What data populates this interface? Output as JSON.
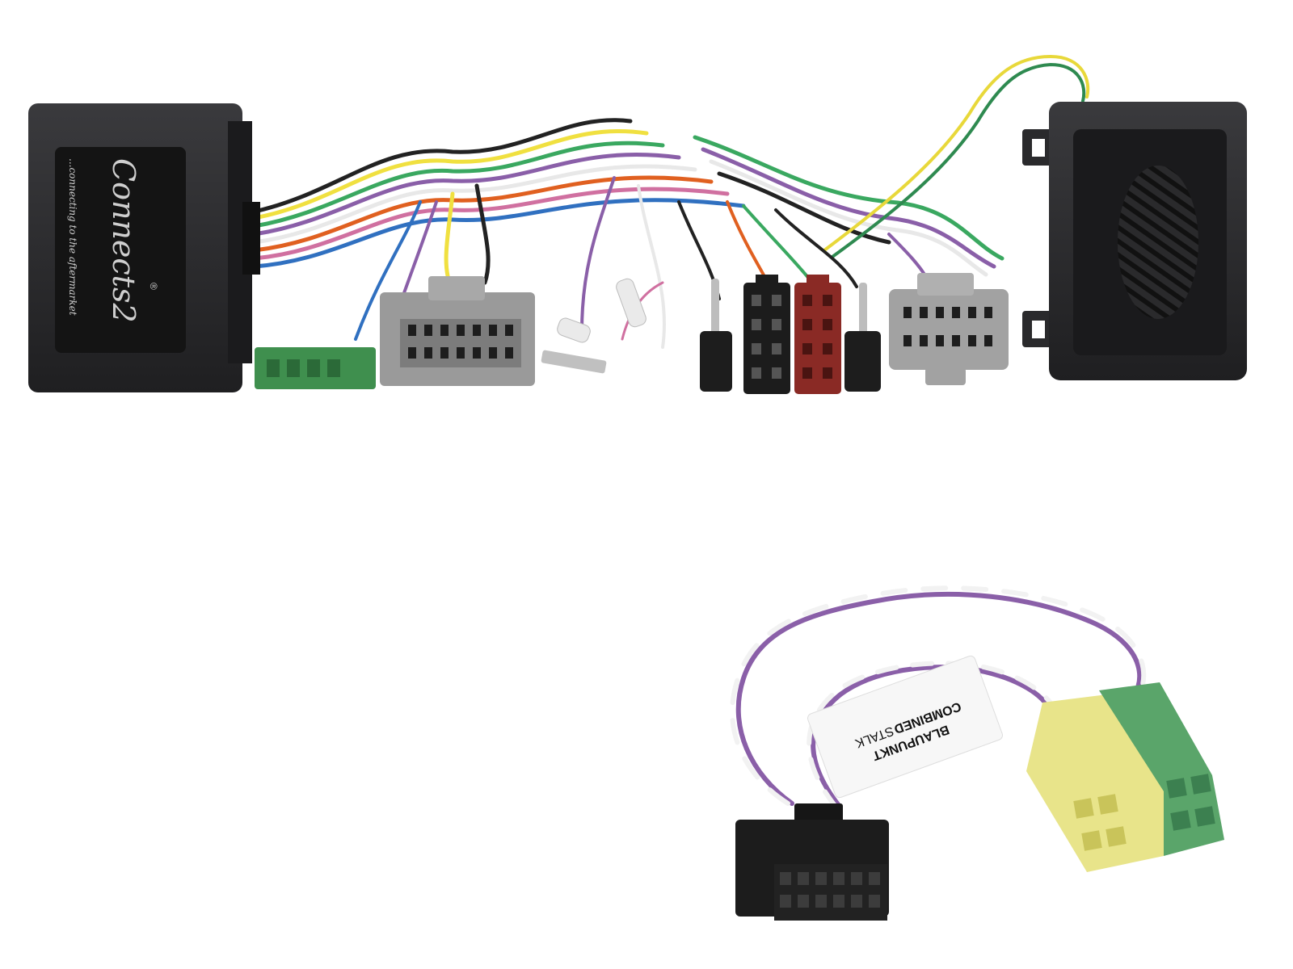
{
  "logo": {
    "brand_text": "Connects2",
    "registered_mark": "®",
    "tagline": "...connecting to the aftermarket"
  },
  "label": {
    "line1": "BLAUPUNKT",
    "line2": "COMBINED",
    "line3": "STALK"
  },
  "colors": {
    "background": "#ffffff",
    "module_body": "#2b2b2d",
    "connector_green": "#3f8f4e",
    "connector_grey": "#9a9a9a",
    "connector_black": "#1c1c1c",
    "connector_red": "#8a2a25",
    "connector_yellow": "#e8e48a",
    "wire_purple": "#8a5fa8",
    "wire_white": "#f2f2f2"
  }
}
